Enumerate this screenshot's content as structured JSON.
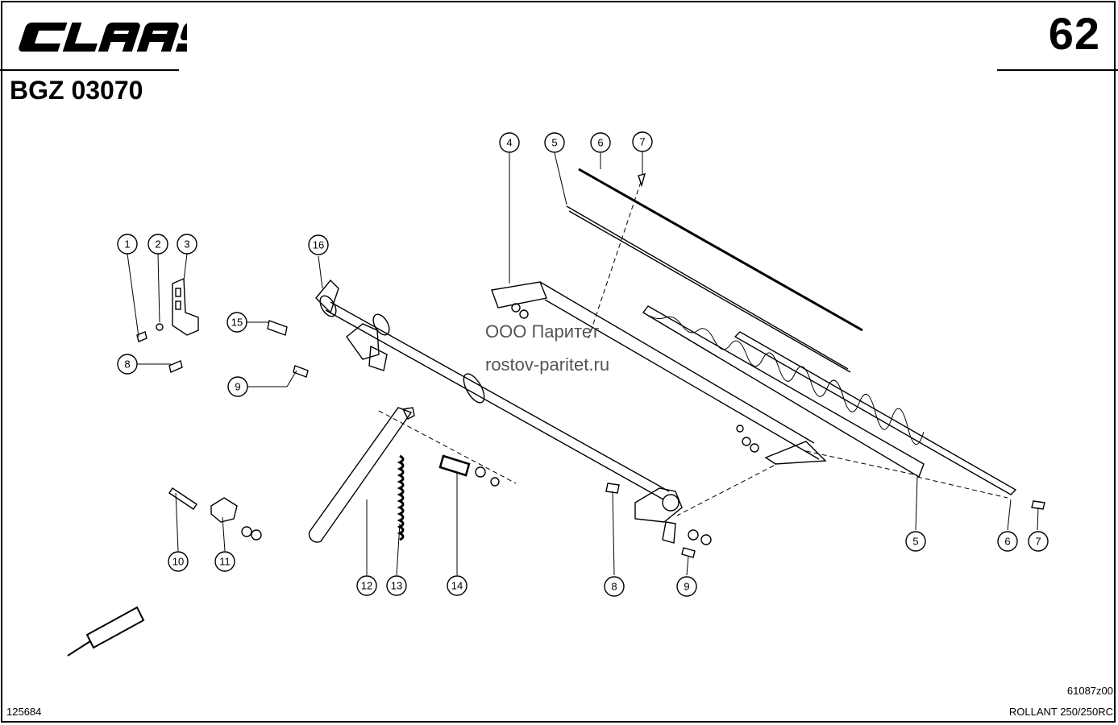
{
  "header": {
    "logo_text": "CLAAS",
    "page_number": "62",
    "doc_code": "BGZ 03070"
  },
  "watermark": {
    "line1": "ООО Паритет",
    "line2": "rostov-paritet.ru"
  },
  "footer": {
    "left_code": "125684",
    "drawing_code": "61087z00",
    "model": "ROLLANT 250/250RC"
  },
  "callouts": [
    {
      "label": "1"
    },
    {
      "label": "2"
    },
    {
      "label": "3"
    },
    {
      "label": "4"
    },
    {
      "label": "5"
    },
    {
      "label": "6"
    },
    {
      "label": "7"
    },
    {
      "label": "8"
    },
    {
      "label": "9"
    },
    {
      "label": "15"
    },
    {
      "label": "16"
    },
    {
      "label": "5"
    },
    {
      "label": "6"
    },
    {
      "label": "7"
    },
    {
      "label": "8"
    },
    {
      "label": "9"
    },
    {
      "label": "10"
    },
    {
      "label": "11"
    },
    {
      "label": "12"
    },
    {
      "label": "13"
    },
    {
      "label": "14"
    }
  ]
}
